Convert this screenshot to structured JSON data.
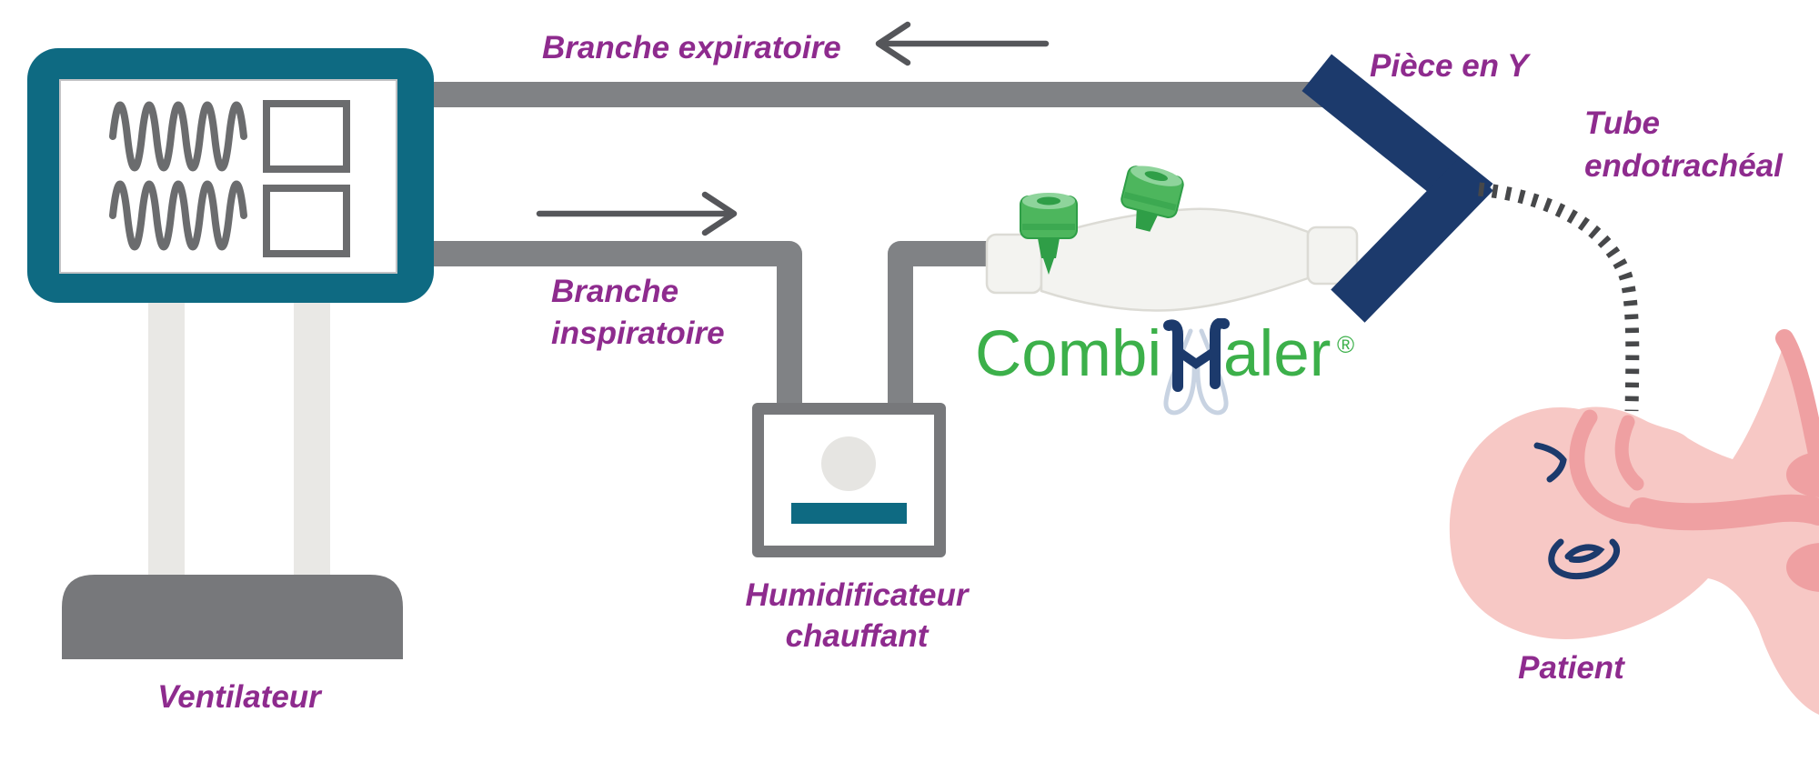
{
  "labels": {
    "expiratory": "Branche expiratoire",
    "inspiratory_line1": "Branche",
    "inspiratory_line2": "inspiratoire",
    "y_piece": "Pièce en Y",
    "et_tube_line1": "Tube",
    "et_tube_line2": "endotrachéal",
    "humidifier_line1": "Humidificateur",
    "humidifier_line2": "chauffant",
    "ventilator": "Ventilateur",
    "patient": "Patient"
  },
  "logo": {
    "combi": "Combi",
    "h": "H",
    "aler": "aler",
    "registered": "®"
  },
  "flow": {
    "expiratory_arrow_direction": "left",
    "inspiratory_arrow_direction": "right"
  },
  "colors": {
    "teal": "#0e6a82",
    "tube-gray": "#808285",
    "arrow-gray": "#55565a",
    "screen-gray": "#6b6c6e",
    "light-gray": "#e9e8e5",
    "base-gray": "#77787b",
    "navy": "#1c3a6c",
    "purple": "#8e2b8e",
    "green": "#3cb04a",
    "canister-green": "#4db65d",
    "canister-dark": "#2f9e47",
    "canister-light": "#8ed49b",
    "skin": "#f7c8c5",
    "skin-dark": "#efa0a2",
    "lung-blue": "#c8d3e2",
    "chamber": "#f3f3f0",
    "chamber-edge": "#dcdbd5",
    "dash-gray": "#47484a"
  }
}
